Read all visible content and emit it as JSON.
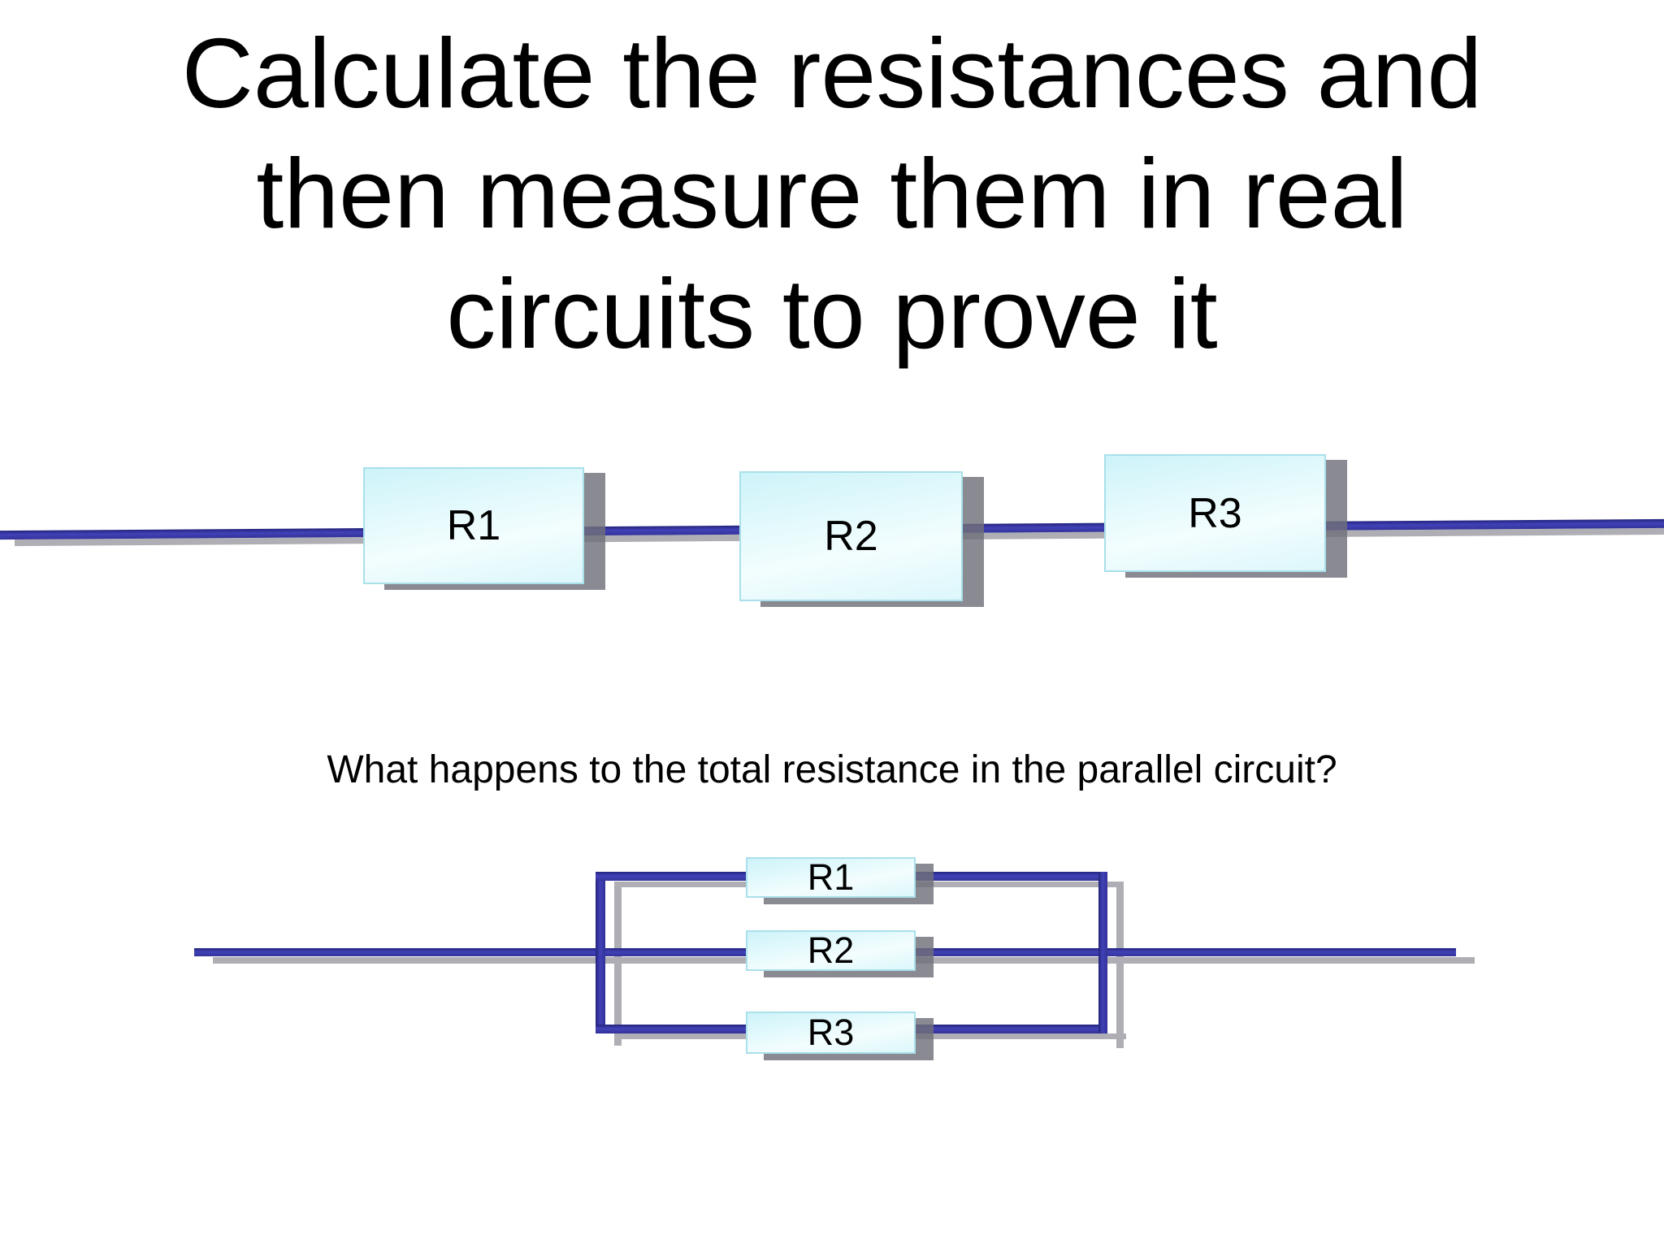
{
  "slide": {
    "title_lines": [
      "Calculate the resistances and",
      "then measure them in real",
      "circuits to prove it"
    ],
    "question": "What happens to the total resistance in the parallel circuit?"
  },
  "series_circuit": {
    "description": "three resistors in series on one wire",
    "resistors": [
      {
        "label": "R1"
      },
      {
        "label": "R2"
      },
      {
        "label": "R3"
      }
    ]
  },
  "parallel_circuit": {
    "description": "three resistors in parallel inside a rectangular loop",
    "resistors": [
      {
        "label": "R1"
      },
      {
        "label": "R2"
      },
      {
        "label": "R3"
      }
    ]
  },
  "colors": {
    "wire_blue": "#3535a4",
    "wire_shadow_gray": "#aeaeb4",
    "box_fill_cyan": "#d8f7fb",
    "box_border": "#a9e0ea",
    "box_shadow_gray": "#74747a",
    "text": "#000000",
    "background": "#ffffff"
  }
}
